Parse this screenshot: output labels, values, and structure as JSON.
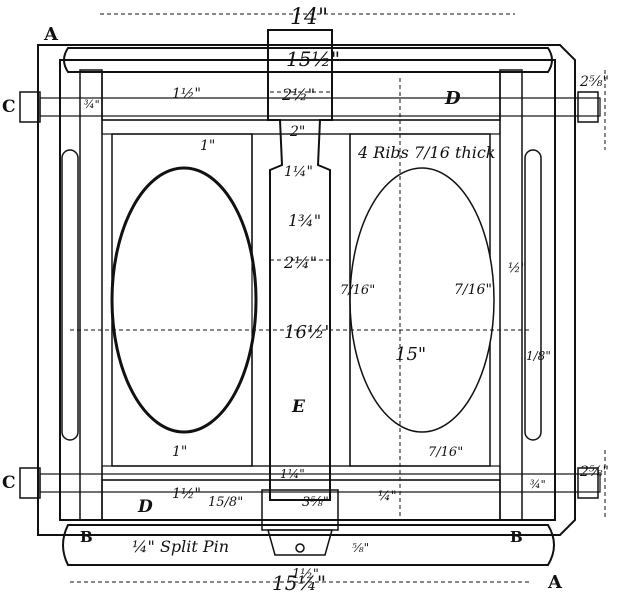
{
  "letters": {
    "a_top": "A",
    "a_bottom": "A",
    "b_left": "B",
    "b_right": "B",
    "c_top": "C",
    "c_bottom": "C",
    "d_top": "D",
    "d_bottom": "D",
    "e": "E"
  },
  "dimensions": {
    "overall_top": "14\"",
    "top_cap": "15½\"",
    "top_gap": "1½\"",
    "rod_upper": "2½\"",
    "rod_neck": "2\"",
    "rib_small": "1\"",
    "rod_taper": "1¼\"",
    "rod_inner": "1¾\"",
    "rod_mid": "2¼\"",
    "inner_width": "16½\"",
    "height": "15\"",
    "rib_left": "7/16\"",
    "rib_right": "7/16\"",
    "side_half": "½\"",
    "side_eighth": "1/8\"",
    "bolt_top": "¾\"",
    "bolt_bottom": "¾\"",
    "right_top": "2⅝\"",
    "right_bottom": "2⅝\"",
    "bottom_rib": "1\"",
    "bottom_gap": "1½\"",
    "bottom_fifteen": "15/8\"",
    "bottom_quarter": "1¼\"",
    "bottom_threefive": "3⅝\"",
    "bottom_small": "¼\"",
    "bottom_rib2": "7/16\"",
    "pin_size": "⅝\"",
    "pin_width": "1½\"",
    "overall_bottom": "15¼\""
  },
  "notes": {
    "ribs": "4 Ribs 7/16 thick",
    "split_pin": "¼\" Split Pin"
  }
}
